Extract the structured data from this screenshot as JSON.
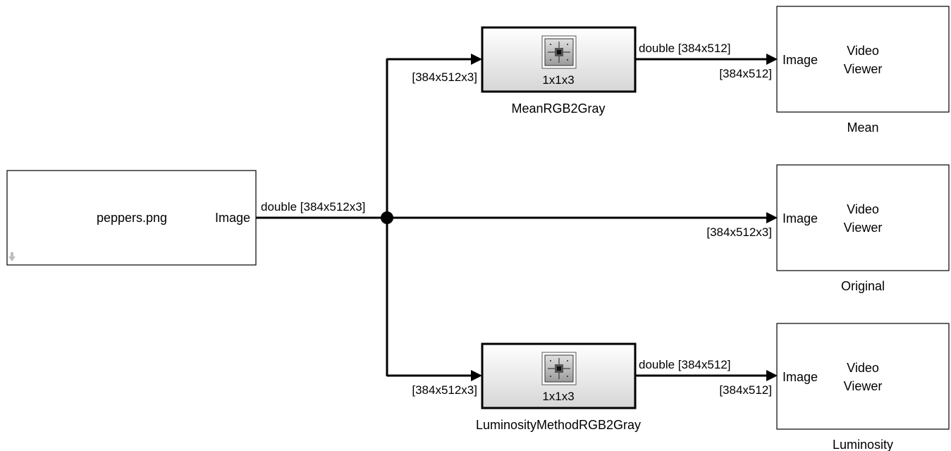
{
  "source_block": {
    "file_label": "peppers.png",
    "port_label": "Image"
  },
  "signals": {
    "source_out": "double [384x512x3]",
    "mean_in": "[384x512x3]",
    "lum_in": "[384x512x3]",
    "mean_out": "double [384x512]",
    "lum_out": "double [384x512]",
    "mean_viewer_in": "[384x512]",
    "orig_viewer_in": "[384x512x3]",
    "lum_viewer_in": "[384x512]"
  },
  "subsystems": {
    "mean": {
      "name": "MeanRGB2Gray",
      "dims": "1x1x3"
    },
    "luminosity": {
      "name": "LuminosityMethodRGB2Gray",
      "dims": "1x1x3"
    }
  },
  "viewers": {
    "mean": {
      "port_label": "Image",
      "line1": "Video",
      "line2": "Viewer",
      "name": "Mean"
    },
    "original": {
      "port_label": "Image",
      "line1": "Video",
      "line2": "Viewer",
      "name": "Original"
    },
    "luminosity": {
      "port_label": "Image",
      "line1": "Video",
      "line2": "Viewer",
      "name": "Luminosity"
    }
  },
  "colors": {
    "line": "#000000",
    "block_border": "#000000",
    "block_fill": "#ffffff",
    "subsystem_fill_top": "#ffffff",
    "subsystem_fill_bottom": "#d9d9d9",
    "indicator_arrow": "#bdbdbd"
  }
}
